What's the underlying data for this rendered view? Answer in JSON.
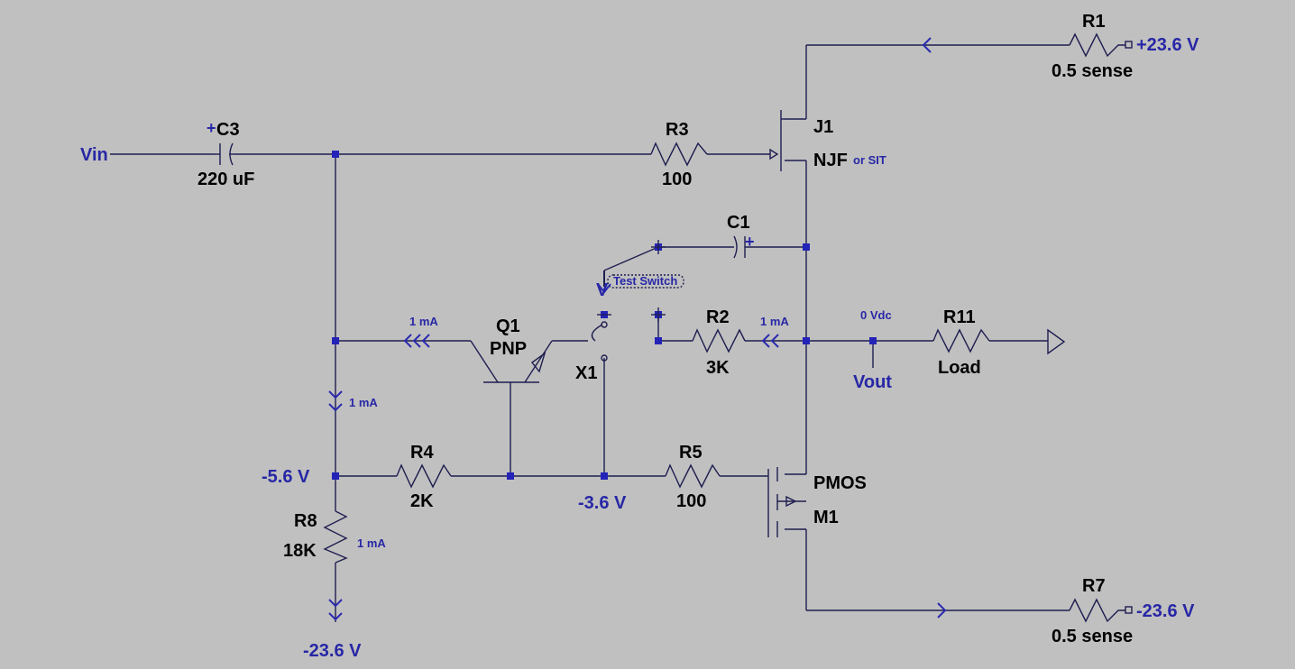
{
  "schematic": {
    "components": {
      "r1": {
        "ref": "R1",
        "value": "0.5 sense",
        "supply": "+23.6 V"
      },
      "r7": {
        "ref": "R7",
        "value": "0.5 sense",
        "supply": "-23.6 V"
      },
      "c3": {
        "ref": "C3",
        "value": "220 uF"
      },
      "r3": {
        "ref": "R3",
        "value": "100"
      },
      "j1": {
        "ref": "J1",
        "value": "NJF",
        "note": "or SIT"
      },
      "c1": {
        "ref": "C1"
      },
      "q1": {
        "ref": "Q1",
        "value": "PNP"
      },
      "r2": {
        "ref": "R2",
        "value": "3K"
      },
      "r11": {
        "ref": "R11",
        "value": "Load"
      },
      "x1": {
        "ref": "X1",
        "label": "Test Switch",
        "v_label": "V"
      },
      "r4": {
        "ref": "R4",
        "value": "2K"
      },
      "r5": {
        "ref": "R5",
        "value": "100"
      },
      "m1": {
        "ref": "M1",
        "value": "PMOS"
      },
      "r8": {
        "ref": "R8",
        "value": "18K"
      }
    },
    "nets": {
      "vin": "Vin",
      "vout": "Vout",
      "vout_dc": "0 Vdc",
      "node_minus_5_6": "-5.6 V",
      "node_minus_3_6": "-3.6 V",
      "bottom_supply": "-23.6 V"
    },
    "currents": {
      "q1_collector": "1 mA",
      "r2_current": "1 mA",
      "left_branch": "1 mA",
      "r8_current": "1 mA"
    }
  }
}
